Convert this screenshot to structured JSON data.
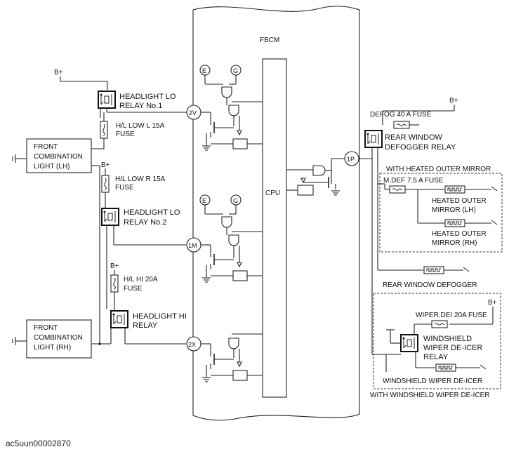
{
  "module": "FBCM",
  "cpu": "CPU",
  "supply": "B+",
  "ground_e": "E",
  "ground_g": "G",
  "terminals": {
    "t2v": "2V",
    "t1m": "1M",
    "t2x": "2X",
    "t1p": "1P"
  },
  "left": {
    "relay_lo1": [
      "HEADLIGHT LO",
      "RELAY No.1"
    ],
    "fuse_lowl": [
      "H/L LOW L 15A",
      "FUSE"
    ],
    "light_lh": [
      "FRONT",
      "COMBINATION",
      "LIGHT (LH)"
    ],
    "fuse_lowr": [
      "H/L LOW R 15A",
      "FUSE"
    ],
    "relay_lo2": [
      "HEADLIGHT LO",
      "RELAY No.2"
    ],
    "fuse_hi": [
      "H/L HI 20A",
      "FUSE"
    ],
    "relay_hi": [
      "HEADLIGHT HI",
      "RELAY"
    ],
    "light_rh": [
      "FRONT",
      "COMBINATION",
      "LIGHT (RH)"
    ]
  },
  "right": {
    "defog_fuse": "DEFOG 40 A FUSE",
    "defog_relay": [
      "REAR WINDOW",
      "DEFOGGER RELAY"
    ],
    "mirror_group": "WITH HEATED OUTER MIRROR",
    "mdef_fuse": "M.DEF 7.5 A FUSE",
    "mirror_lh": [
      "HEATED OUTER",
      "MIRROR (LH)"
    ],
    "mirror_rh": [
      "HEATED OUTER",
      "MIRROR (RH)"
    ],
    "rear_defogger": "REAR WINDOW DEFOGGER",
    "wiper_fuse": "WIPER.DEI 20A FUSE",
    "wiper_relay": [
      "WINDSHIELD",
      "WIPER DE-ICER",
      "RELAY"
    ],
    "wiper_deicer": "WINDSHIELD WIPER DE-ICER",
    "wiper_group": "WITH WINDSHIELD WIPER DE-ICER"
  },
  "caption": "ac5uun00002870"
}
